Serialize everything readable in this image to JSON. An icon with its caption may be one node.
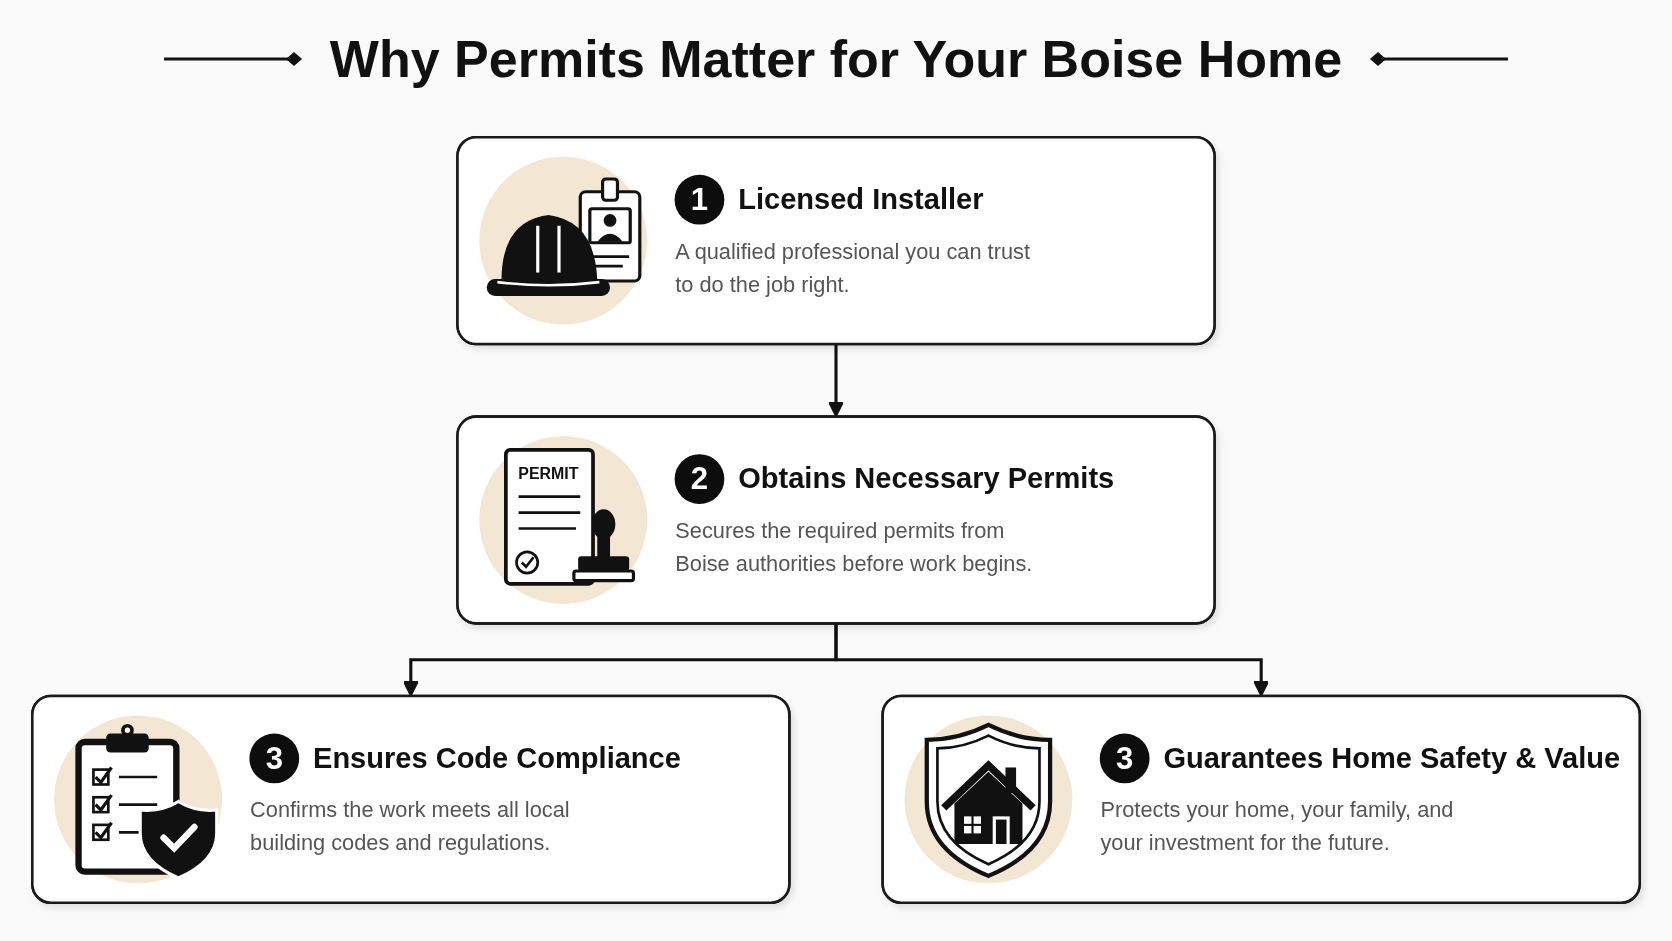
{
  "diagram": {
    "title": "Why Permits Matter for Your Boise Home",
    "nodes": [
      {
        "text": [
          "1",
          "Licensed Installer",
          "A qualified professional you can trust to do the job right."
        ]
      },
      {
        "text": [
          "PERMIT",
          "2",
          "Obtains Necessary Permits",
          "Secures the required permits from Boise authorities before work begins."
        ]
      },
      {
        "text": [
          "3",
          "Ensures Code Compliance",
          "Confirms the work meets all local building codes and regulations."
        ]
      },
      {
        "text": [
          "3",
          "Guarantees Home Safety & Value",
          "Protects your home, your family, and your investment for the future."
        ]
      }
    ],
    "edges": [
      {
        "from": 0,
        "to": 1,
        "arrow": "to"
      },
      {
        "from": 1,
        "to": 2,
        "arrow": "to"
      },
      {
        "from": 1,
        "to": 3,
        "arrow": "to"
      }
    ]
  }
}
